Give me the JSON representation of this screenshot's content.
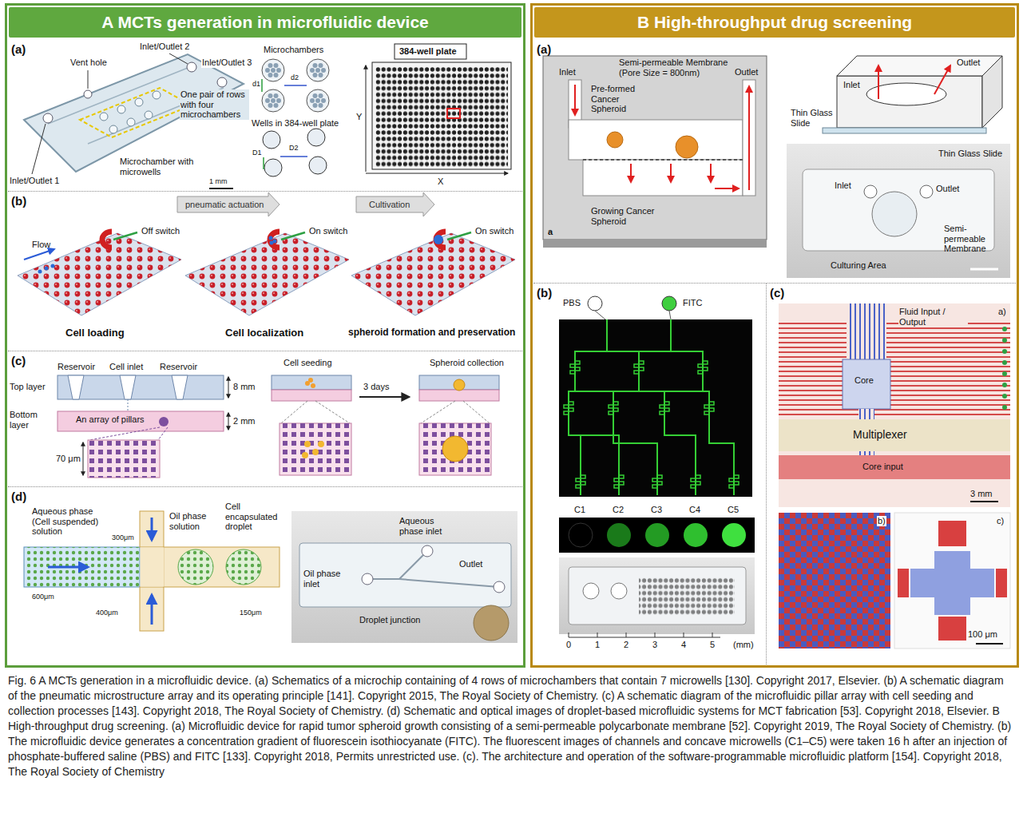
{
  "diagram": {
    "caption": "Fig. 6 A MCTs generation in a microfluidic device. (a) Schematics of a microchip containing of 4 rows of microchambers that contain 7 microwells [130]. Copyright 2017, Elsevier. (b) A schematic diagram of the pneumatic microstructure array and its operating principle [141]. Copyright 2015, The Royal Society of Chemistry. (c) A schematic diagram of the microfluidic pillar array with cell seeding and collection processes [143]. Copyright 2018, The Royal Society of Chemistry. (d) Schematic and optical images of droplet-based microfluidic systems for MCT fabrication [53]. Copyright 2018, Elsevier. B High-throughput drug screening. (a) Microfluidic device for rapid tumor spheroid growth consisting of a semi-permeable polycarbonate membrane [52]. Copyright 2019, The Royal Society of Chemistry. (b) The microfluidic device generates a concentration gradient of fluorescein isothiocyanate (FITC). The fluorescent images of channels and concave microwells (C1–C5) were taken 16 h after an injection of phosphate-buffered saline (PBS) and FITC [133]. Copyright 2018, Permits unrestricted use. (c). The architecture and operation of the software-programmable microfluidic platform [154]. Copyright 2018, The Royal Society of Chemistry",
    "nodes": [
      {
        "text": [
          "A MCTs generation in microfluidic device"
        ]
      },
      {
        "text": [
          "(a)"
        ],
        "in": 0
      },
      {
        "text": [
          "(b)"
        ],
        "in": 0
      },
      {
        "text": [
          "(c)"
        ],
        "in": 0
      },
      {
        "text": [
          "(d)"
        ],
        "in": 0
      },
      {
        "text": [
          "B High-throughput drug screening"
        ]
      },
      {
        "text": [
          "(a)"
        ],
        "in": 5
      },
      {
        "text": [
          "(b)"
        ],
        "in": 5
      },
      {
        "text": [
          "(c)"
        ],
        "in": 5
      }
    ],
    "labels": [
      "Vent hole",
      "Inlet/Outlet 2",
      "Inlet/Outlet 3",
      "One pair of rows with four microchambers",
      "Inlet/Outlet 1",
      "Microchamber with microwells",
      "1 mm",
      "Microchambers",
      "d1",
      "d2",
      "Wells in 384-well plate",
      "D1",
      "D2",
      "384-well plate",
      "Y",
      "X",
      "Flow",
      "Off switch",
      "pneumatic actuation",
      "On switch",
      "Cultivation",
      "On switch",
      "Cell loading",
      "Cell localization",
      "spheroid formation and preservation",
      "Reservoir",
      "Cell inlet",
      "Reservoir",
      "Top layer",
      "8 mm",
      "Bottom layer",
      "An array of pillars",
      "2 mm",
      "70 μm",
      "Cell seeding",
      "3 days",
      "Spheroid collection",
      "Aqueous phase (Cell suspended) solution",
      "Oil phase solution",
      "Cell encapsulated droplet",
      "300μm",
      "600μm",
      "400μm",
      "150μm",
      "Aqueous phase inlet",
      "Oil phase inlet",
      "Outlet",
      "Droplet junction",
      "Inlet",
      "Semi-permeable Membrane (Pore Size = 800nm)",
      "Outlet",
      "Pre-formed Cancer Spheroid",
      "Growing Cancer Spheroid",
      "a",
      "Inlet",
      "Outlet",
      "Thin Glass Slide",
      "Thin Glass Slide",
      "Inlet",
      "Outlet",
      "Culturing Area",
      "Semi-permeable Membrane",
      "PBS",
      "FITC",
      "C1",
      "C2",
      "C3",
      "C4",
      "C5",
      "0",
      "1",
      "2",
      "3",
      "4",
      "5",
      "(mm)",
      "Fluid Input / Output",
      "a)",
      "Core",
      "Multiplexer",
      "Core input",
      "3 mm",
      "b)",
      "c)",
      "100 μm"
    ]
  }
}
